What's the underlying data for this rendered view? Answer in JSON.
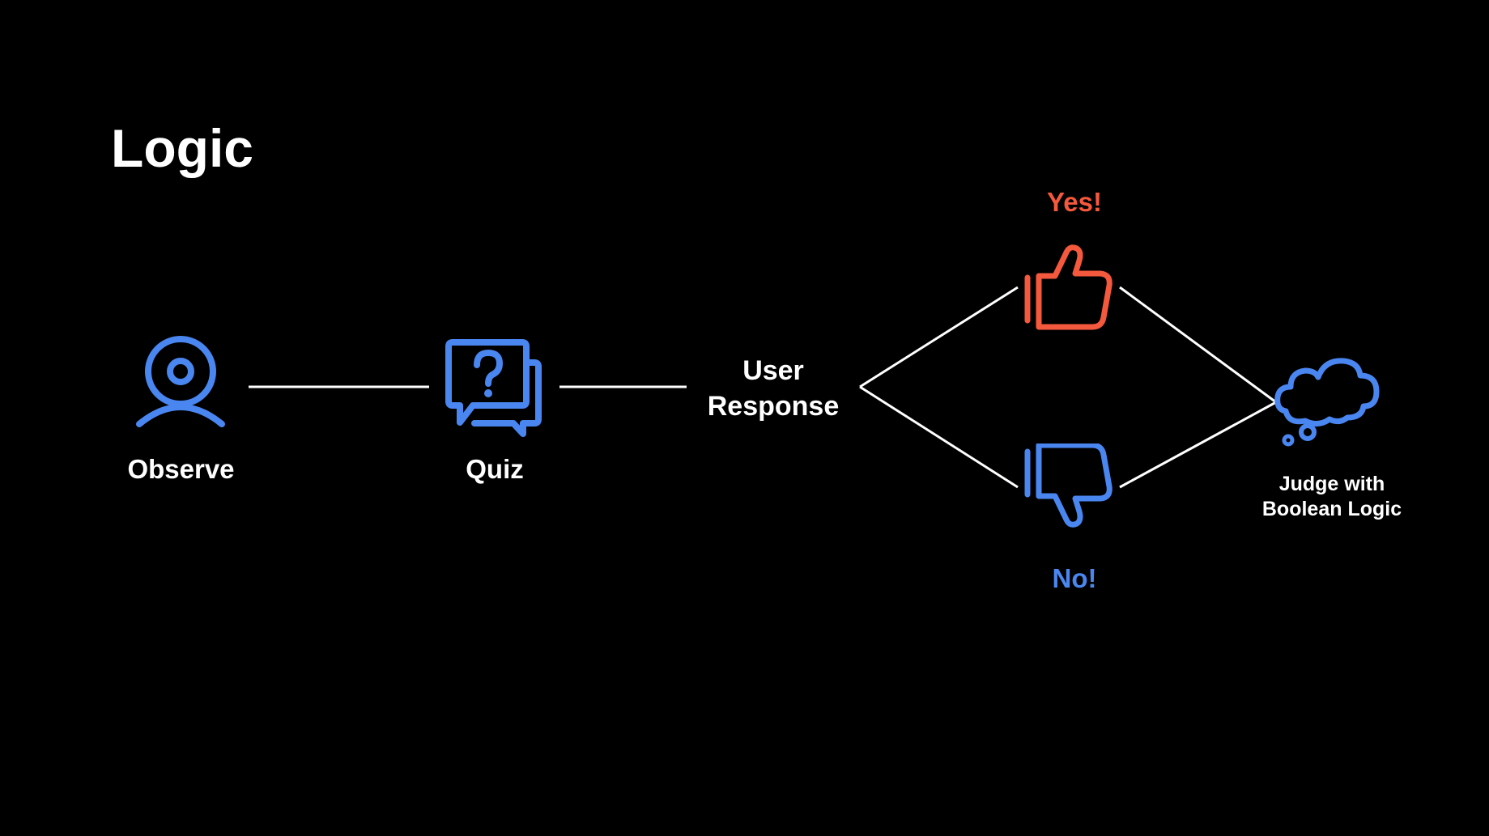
{
  "slide": {
    "title": "Logic"
  },
  "nodes": {
    "observe": {
      "label": "Observe",
      "icon": "webcam-user-icon"
    },
    "quiz": {
      "label": "Quiz",
      "icon": "question-chat-icon"
    },
    "response": {
      "line1": "User",
      "line2": "Response"
    },
    "yes": {
      "label": "Yes!",
      "icon": "thumbs-up-icon"
    },
    "no": {
      "label": "No!",
      "icon": "thumbs-down-icon"
    },
    "judge": {
      "line1": "Judge with",
      "line2": "Boolean Logic",
      "icon": "thought-cloud-icon"
    }
  },
  "colors": {
    "background": "#000000",
    "text": "#ffffff",
    "accent_blue": "#4a86f0",
    "accent_red": "#f4583d",
    "connector": "#ffffff"
  }
}
